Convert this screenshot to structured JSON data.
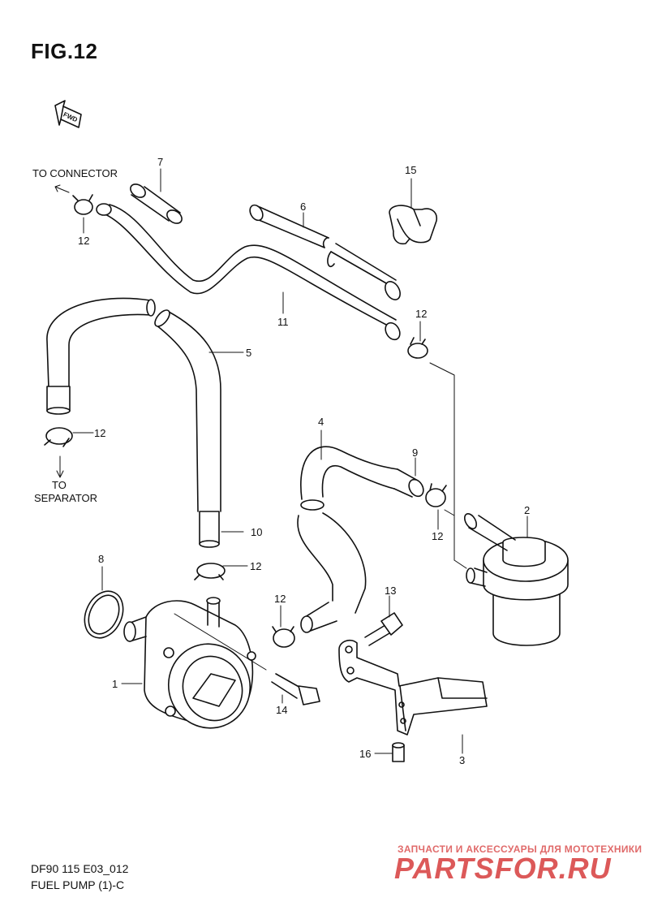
{
  "figure": {
    "title": "FIG.12",
    "fwd_label": "FWD",
    "to_connector": "TO CONNECTOR",
    "to_separator_1": "TO",
    "to_separator_2": "SEPARATOR"
  },
  "callouts": {
    "c1": "1",
    "c2": "2",
    "c3": "3",
    "c4": "4",
    "c5": "5",
    "c6": "6",
    "c7": "7",
    "c8": "8",
    "c9": "9",
    "c10": "10",
    "c11": "11",
    "c12a": "12",
    "c12b": "12",
    "c12c": "12",
    "c12d": "12",
    "c12e": "12",
    "c12f": "12",
    "c13": "13",
    "c14": "14",
    "c15": "15",
    "c16": "16"
  },
  "footer": {
    "code": "DF90 115 E03_012",
    "name": "FUEL PUMP (1)-C"
  },
  "watermark": {
    "top": "ЗАПЧАСТИ И АКСЕССУАРЫ ДЛЯ МОТОТЕХНИКИ",
    "logo": "PARTSFOR.RU"
  },
  "colors": {
    "line": "#111111",
    "watermark": "#d94848"
  }
}
